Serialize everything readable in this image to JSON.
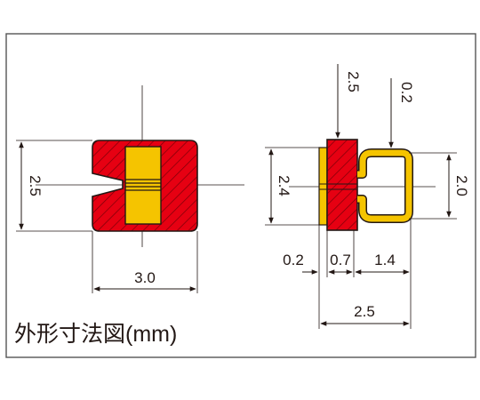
{
  "caption": "外形寸法図(mm)",
  "front_view": {
    "height_label": "2.5",
    "width_label": "3.0"
  },
  "side_view": {
    "body_height_label": "2.4",
    "body_offset_label": "2.5",
    "clip_height_label": "2.0",
    "clip_wire_label": "0.2",
    "plate_thickness_label": "0.2",
    "body_thickness_label": "0.7",
    "clip_depth_label": "1.4",
    "total_depth_label": "2.5"
  },
  "colors": {
    "body_red": "#e60012",
    "hatch_dark": "#7a0008",
    "metal_yellow": "#f5c400",
    "metal_shadow": "#c89000",
    "line": "#231815",
    "frame": "#555555"
  }
}
